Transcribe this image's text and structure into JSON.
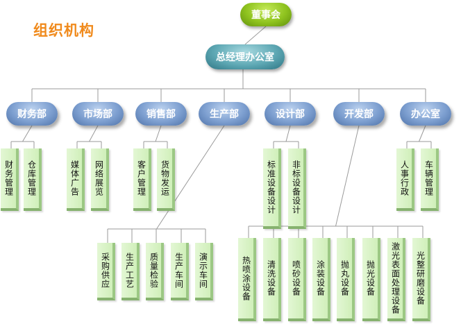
{
  "title": "组织机构",
  "root": "董事会",
  "office": "总经理办公室",
  "departments": [
    {
      "name": "财务部",
      "children": [
        "财务管理",
        "仓库管理"
      ]
    },
    {
      "name": "市场部",
      "children": [
        "媒体广告",
        "网络展览"
      ]
    },
    {
      "name": "销售部",
      "children": [
        "客户管理",
        "货物发运"
      ]
    },
    {
      "name": "生产部",
      "children": [
        "采购供应",
        "生产工艺",
        "质量检验",
        "生产车间",
        "演示车间"
      ]
    },
    {
      "name": "设计部",
      "children": [
        "标准设备设计",
        "非标设备设计"
      ]
    },
    {
      "name": "开发部",
      "children": [
        "热喷涂设备",
        "清洗设备",
        "喷砂设备",
        "涂装设备",
        "抛丸设备",
        "抛光设备",
        "激光表面处理设备",
        "光整研磨设备"
      ]
    },
    {
      "name": "办公室",
      "children": [
        "人事行政",
        "车辆管理"
      ]
    }
  ],
  "colors": {
    "title": "#f08a1c",
    "root": "#8fc31f",
    "office": "#5ea8b4",
    "department": "#7d9fd0",
    "leaf_fill": "#d8f2c4",
    "connector": "#9a9a9a"
  }
}
